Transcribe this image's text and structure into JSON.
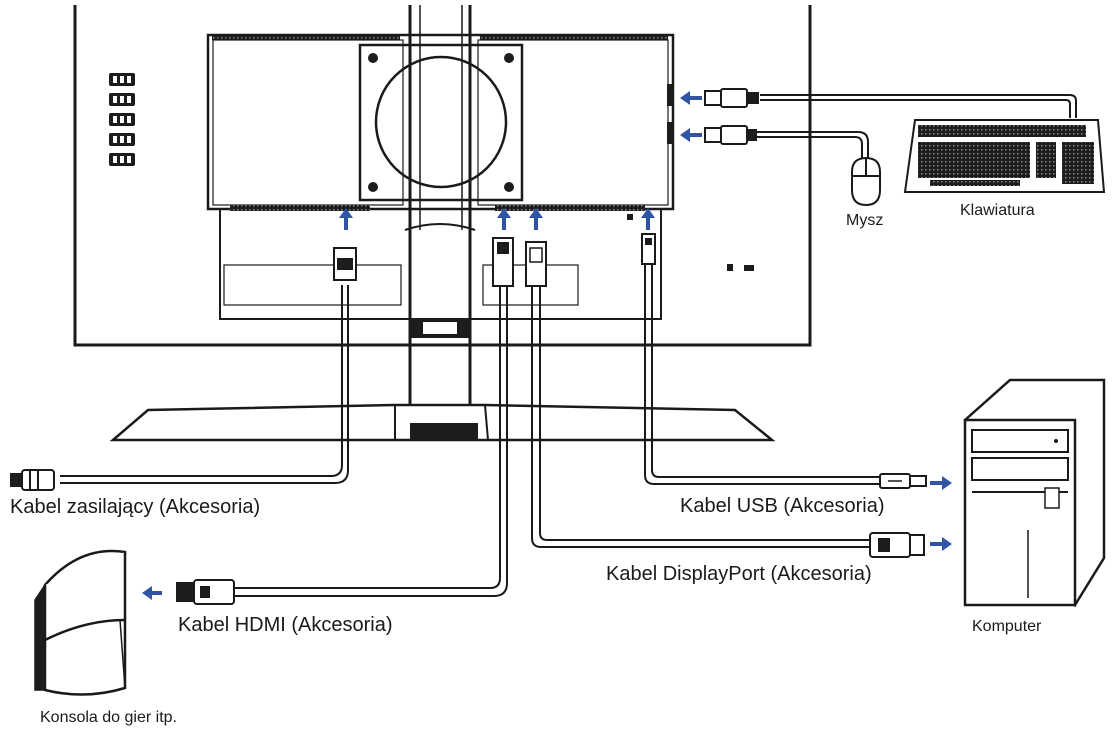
{
  "labels": {
    "mouse": "Mysz",
    "keyboard": "Klawiatura",
    "power_cable": "Kabel zasilający (Akcesoria)",
    "usb_cable": "Kabel USB (Akcesoria)",
    "displayport_cable": "Kabel DisplayPort (Akcesoria)",
    "hdmi_cable": "Kabel HDMI (Akcesoria)",
    "computer": "Komputer",
    "console": "Konsola do gier itp."
  },
  "colors": {
    "line": "#1a1a1a",
    "arrow": "#2f55a4",
    "fill_dark": "#1c1c1c",
    "fill_light": "#ffffff"
  }
}
